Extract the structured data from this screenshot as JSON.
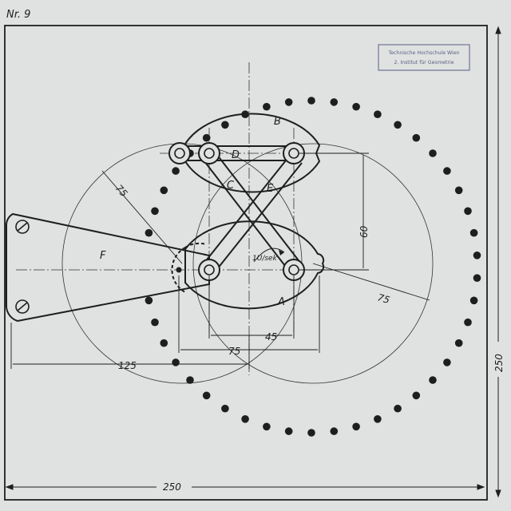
{
  "sheet_number": "Nr. 9",
  "stamp": {
    "line1": "Technische Hochschule Wien",
    "line2": "2. Institut für Geometrie"
  },
  "part_labels": {
    "A": "A",
    "B": "B",
    "C": "C",
    "D": "D",
    "E": "E",
    "F": "F"
  },
  "dimensions": {
    "width_bottom": "250",
    "height_right": "250",
    "dist_125": "125",
    "dist_75": "75",
    "dist_45": "45",
    "dist_60": "60",
    "radius_75_left": "75",
    "radius_75_right": "75",
    "rpm_label": "1U/sek"
  },
  "colors": {
    "paper": "#dfe2e0",
    "ink": "#1e1e1e",
    "stamp": "#5b5f86"
  }
}
